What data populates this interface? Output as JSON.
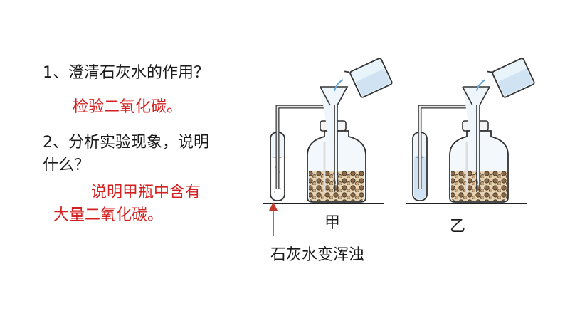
{
  "questions": [
    {
      "text": "1、澄清石灰水的作用？",
      "answer": "检验二氧化碳。"
    },
    {
      "line1": "2、分析实验现象，说明",
      "line2": "什么？",
      "answer_line1": "说明甲瓶中含有",
      "answer_line2": "大量二氧化碳。"
    }
  ],
  "diagram": {
    "label_jia": "甲",
    "label_yi": "乙",
    "annotation": "石灰水变浑浊"
  },
  "colors": {
    "question": "#1a1a1a",
    "answer": "#d42020",
    "water": "#cfe3f2"
  }
}
